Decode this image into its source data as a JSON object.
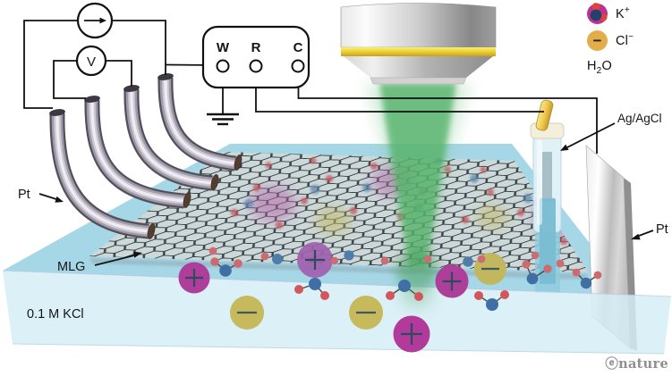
{
  "circuit": {
    "voltmeter_label": "V",
    "ammeter_symbol": "right-arrow",
    "potentiostat_terminals": [
      "W",
      "R",
      "C"
    ]
  },
  "labels": {
    "pt_left": "Pt",
    "mlg": "MLG",
    "electrolyte": "0.1 M KCl",
    "reference_electrode": "Ag/AgCl",
    "pt_right": "Pt"
  },
  "legend": {
    "items": [
      {
        "name": "potassium-ion",
        "base": "K",
        "sup": "+",
        "sign": "+",
        "color": "#bd3191"
      },
      {
        "name": "chloride-ion",
        "base": "Cl",
        "sup": "−",
        "sign": "−",
        "color": "#e3ad4a"
      },
      {
        "name": "water-molecule",
        "pre": "H",
        "sub": "2",
        "post": "O",
        "center_color": "#25406b",
        "outer_color": "#e0443a"
      }
    ]
  },
  "watermark": "ⓔnature",
  "colors": {
    "solution_top": "#a6d7e7",
    "solution_front": "#d4edf5",
    "beam_green": "#54b26a",
    "k_ion_solution": "#ad3f9b",
    "cl_ion_solution": "#c6ba5c",
    "graphene_fill": "#cdd8d9",
    "graphene_outline": "#3a4247",
    "electrode_metal": "#a09aa8",
    "gold_wire": "#ecc94f"
  }
}
